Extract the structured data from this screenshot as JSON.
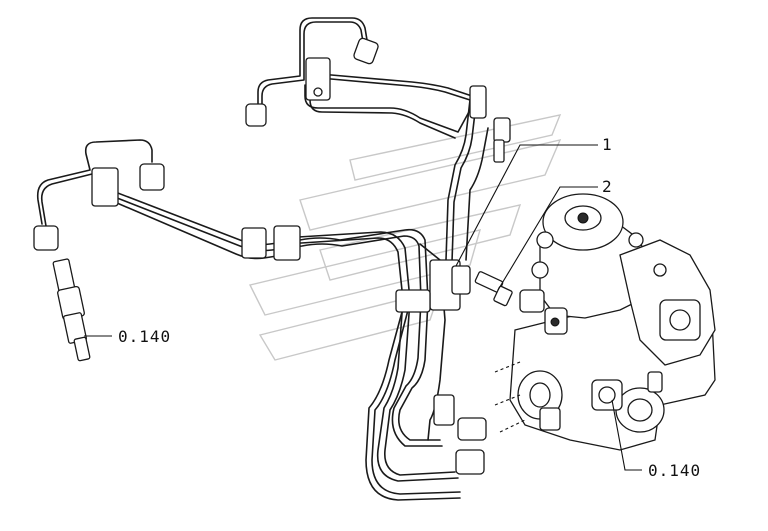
{
  "callouts": {
    "item1": "1",
    "item2": "2",
    "ref_injector": "0.140",
    "ref_pump": "0.140"
  },
  "colors": {
    "line": "#1a1a1a",
    "watermark": "#c8c8c8",
    "background": "#ffffff"
  }
}
